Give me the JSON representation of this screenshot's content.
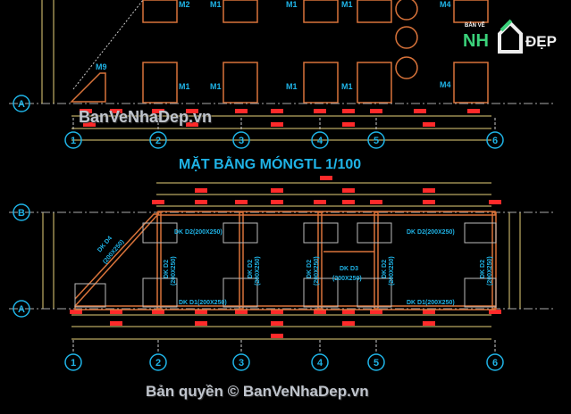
{
  "plan_title": "MẶT BẰNG MÓNGTL 1/100",
  "grid_axes_x": [
    "1",
    "2",
    "3",
    "4",
    "5",
    "6"
  ],
  "grid_axes_y": [
    "A",
    "B"
  ],
  "door_labels": {
    "m1": "M1",
    "m2": "M2",
    "m4": "M4",
    "m9": "M9"
  },
  "beam_labels": {
    "d1": "DK D1(200X250)",
    "d2": "DK D2(200X250)",
    "d2_vertical": "DK D2",
    "d2_size": "(200X250)",
    "d3": "DK D3",
    "d3_size": "(200X250)",
    "d4": "DK D4",
    "d4_size": "(200X250)"
  },
  "watermark_top": "BanVeNhaDep.vn",
  "watermark_bottom": "Bản quyền © BanVeNhaDep.vn",
  "logo": {
    "top": "BẢN VẼ",
    "left": "NH",
    "right": "ĐẸP"
  },
  "colors": {
    "background": "#000000",
    "axis": "#1fb3e6",
    "dimension_text": "#ff2a2a",
    "wall": "#d9733a",
    "dim_line": "#e8d27a"
  }
}
